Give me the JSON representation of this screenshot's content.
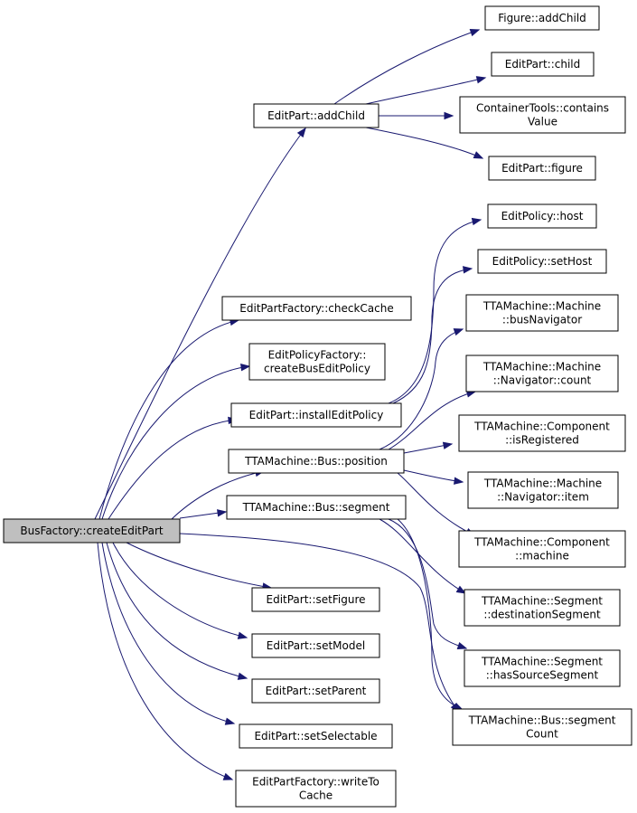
{
  "colors": {
    "edge": "#191970",
    "root_fill": "#bfbfbf",
    "node_fill": "#ffffff",
    "border": "#000000"
  },
  "graph": {
    "nodes": [
      {
        "id": "root",
        "lines": [
          "BusFactory::createEditPart"
        ],
        "root": true
      },
      {
        "id": "addChild",
        "lines": [
          "EditPart::addChild"
        ]
      },
      {
        "id": "checkCache",
        "lines": [
          "EditPartFactory::checkCache"
        ]
      },
      {
        "id": "createBusEditPolicy",
        "lines": [
          "EditPolicyFactory::",
          "createBusEditPolicy"
        ]
      },
      {
        "id": "installEditPolicy",
        "lines": [
          "EditPart::installEditPolicy"
        ]
      },
      {
        "id": "busPosition",
        "lines": [
          "TTAMachine::Bus::position"
        ]
      },
      {
        "id": "busSegment",
        "lines": [
          "TTAMachine::Bus::segment"
        ]
      },
      {
        "id": "setFigure",
        "lines": [
          "EditPart::setFigure"
        ]
      },
      {
        "id": "setModel",
        "lines": [
          "EditPart::setModel"
        ]
      },
      {
        "id": "setParent",
        "lines": [
          "EditPart::setParent"
        ]
      },
      {
        "id": "setSelectable",
        "lines": [
          "EditPart::setSelectable"
        ]
      },
      {
        "id": "writeToCache",
        "lines": [
          "EditPartFactory::writeTo",
          "Cache"
        ]
      },
      {
        "id": "figureAddChild",
        "lines": [
          "Figure::addChild"
        ]
      },
      {
        "id": "editPartChild",
        "lines": [
          "EditPart::child"
        ]
      },
      {
        "id": "containsValue",
        "lines": [
          "ContainerTools::contains",
          "Value"
        ]
      },
      {
        "id": "editPartFigure",
        "lines": [
          "EditPart::figure"
        ]
      },
      {
        "id": "policyHost",
        "lines": [
          "EditPolicy::host"
        ]
      },
      {
        "id": "policySetHost",
        "lines": [
          "EditPolicy::setHost"
        ]
      },
      {
        "id": "busNavigator",
        "lines": [
          "TTAMachine::Machine",
          "::busNavigator"
        ]
      },
      {
        "id": "navCount",
        "lines": [
          "TTAMachine::Machine",
          "::Navigator::count"
        ]
      },
      {
        "id": "isRegistered",
        "lines": [
          "TTAMachine::Component",
          "::isRegistered"
        ]
      },
      {
        "id": "navItem",
        "lines": [
          "TTAMachine::Machine",
          "::Navigator::item"
        ]
      },
      {
        "id": "compMachine",
        "lines": [
          "TTAMachine::Component",
          "::machine"
        ]
      },
      {
        "id": "destSegment",
        "lines": [
          "TTAMachine::Segment",
          "::destinationSegment"
        ]
      },
      {
        "id": "hasSourceSegment",
        "lines": [
          "TTAMachine::Segment",
          "::hasSourceSegment"
        ]
      },
      {
        "id": "segmentCount",
        "lines": [
          "TTAMachine::Bus::segment",
          "Count"
        ]
      }
    ],
    "edges": [
      {
        "from": "root",
        "to": "addChild"
      },
      {
        "from": "root",
        "to": "checkCache"
      },
      {
        "from": "root",
        "to": "createBusEditPolicy"
      },
      {
        "from": "root",
        "to": "installEditPolicy"
      },
      {
        "from": "root",
        "to": "busPosition"
      },
      {
        "from": "root",
        "to": "busSegment"
      },
      {
        "from": "root",
        "to": "setFigure"
      },
      {
        "from": "root",
        "to": "setModel"
      },
      {
        "from": "root",
        "to": "setParent"
      },
      {
        "from": "root",
        "to": "setSelectable"
      },
      {
        "from": "root",
        "to": "writeToCache"
      },
      {
        "from": "root",
        "to": "segmentCount"
      },
      {
        "from": "addChild",
        "to": "figureAddChild"
      },
      {
        "from": "addChild",
        "to": "editPartChild"
      },
      {
        "from": "addChild",
        "to": "containsValue"
      },
      {
        "from": "addChild",
        "to": "editPartFigure"
      },
      {
        "from": "installEditPolicy",
        "to": "policyHost"
      },
      {
        "from": "installEditPolicy",
        "to": "policySetHost"
      },
      {
        "from": "busPosition",
        "to": "busNavigator"
      },
      {
        "from": "busPosition",
        "to": "navCount"
      },
      {
        "from": "busPosition",
        "to": "isRegistered"
      },
      {
        "from": "busPosition",
        "to": "navItem"
      },
      {
        "from": "busPosition",
        "to": "compMachine"
      },
      {
        "from": "busSegment",
        "to": "destSegment"
      },
      {
        "from": "busSegment",
        "to": "hasSourceSegment"
      },
      {
        "from": "busSegment",
        "to": "segmentCount"
      }
    ]
  }
}
